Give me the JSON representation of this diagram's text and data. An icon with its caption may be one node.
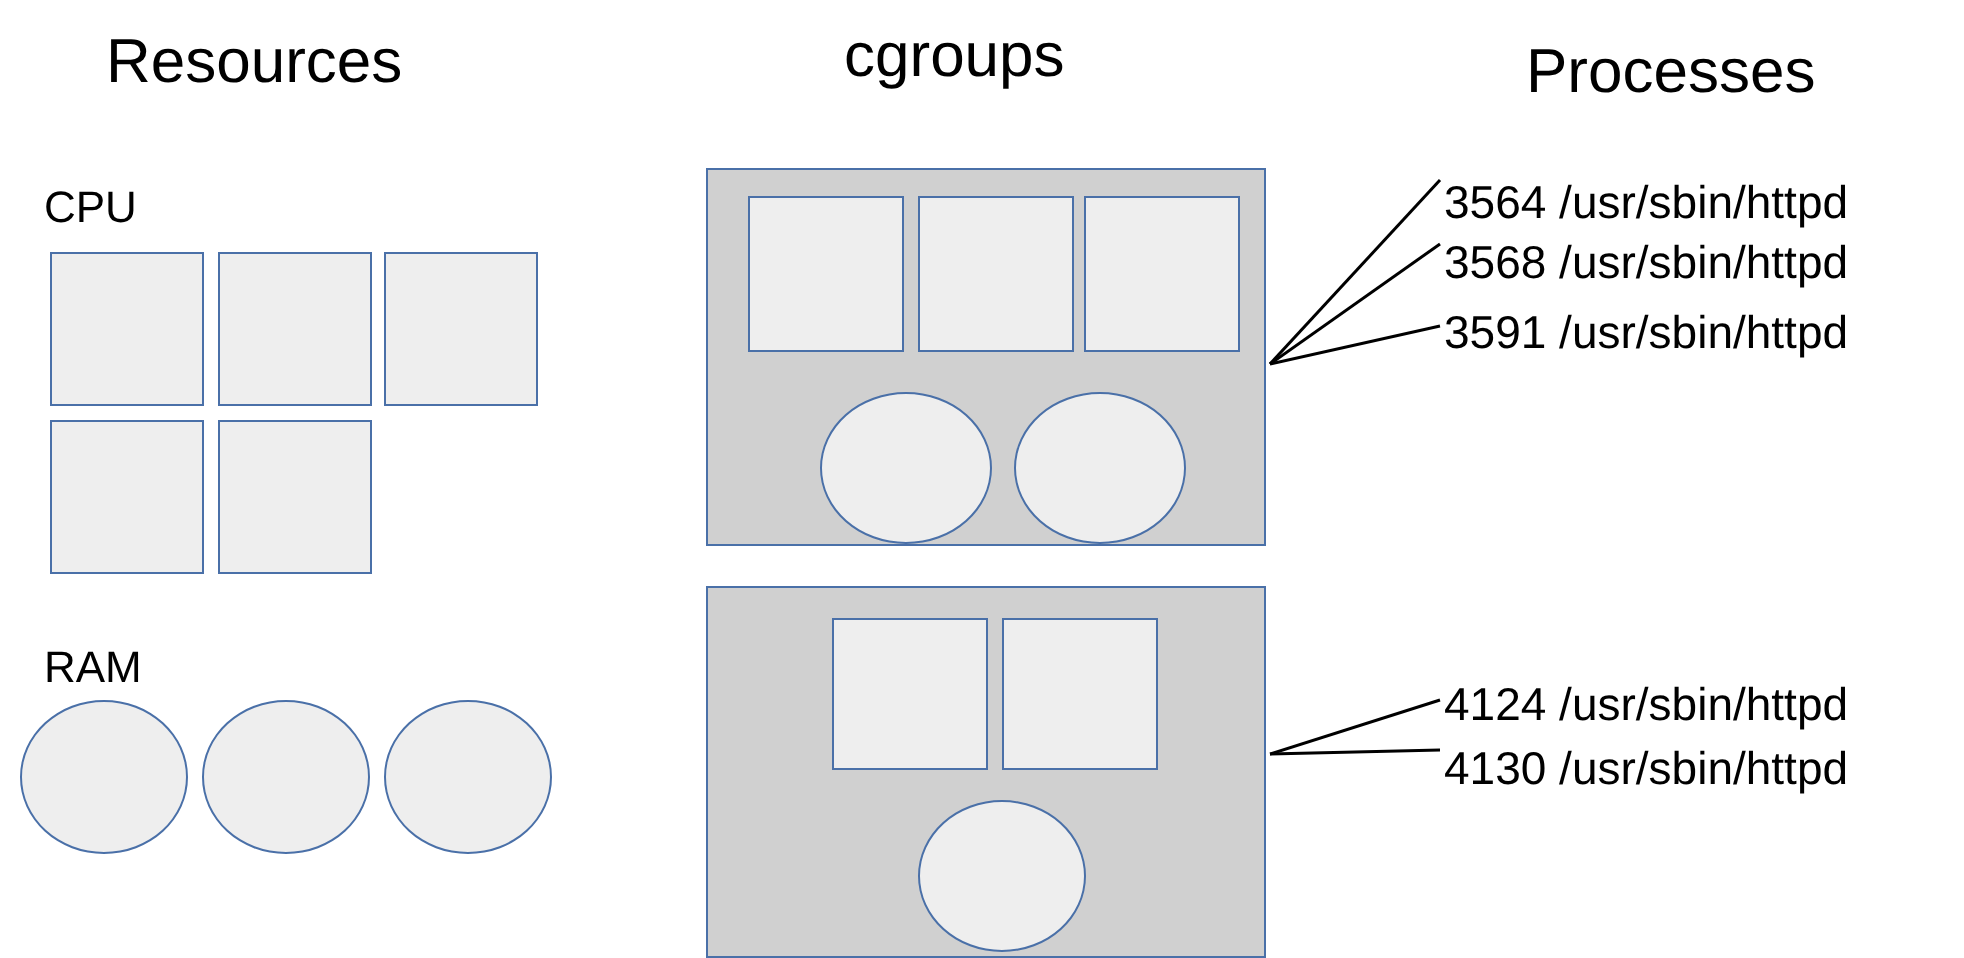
{
  "diagram": {
    "nodes": [
      {
        "text": [],
        "shape": "box"
      },
      {
        "text": [],
        "shape": "box"
      },
      {
        "text": [],
        "shape": "box"
      },
      {
        "text": [],
        "shape": "box"
      },
      {
        "text": [],
        "shape": "box"
      },
      {
        "text": [],
        "shape": "circle"
      },
      {
        "text": [],
        "shape": "circle"
      },
      {
        "text": [],
        "shape": "circle"
      },
      {
        "text": [],
        "shape": "box"
      },
      {
        "text": [],
        "shape": "box",
        "in": 8
      },
      {
        "text": [],
        "shape": "box",
        "in": 8
      },
      {
        "text": [],
        "shape": "box",
        "in": 8
      },
      {
        "text": [],
        "shape": "circle",
        "in": 8
      },
      {
        "text": [],
        "shape": "circle",
        "in": 8
      },
      {
        "text": [],
        "shape": "box"
      },
      {
        "text": [],
        "shape": "box",
        "in": 14
      },
      {
        "text": [],
        "shape": "box",
        "in": 14
      },
      {
        "text": [],
        "shape": "circle",
        "in": 14
      },
      {
        "text": [
          "3564 /usr/sbin/httpd"
        ]
      },
      {
        "text": [
          "3568 /usr/sbin/httpd"
        ]
      },
      {
        "text": [
          "3591 /usr/sbin/httpd"
        ]
      },
      {
        "text": [
          "4124 /usr/sbin/httpd"
        ]
      },
      {
        "text": [
          "4130 /usr/sbin/httpd"
        ]
      }
    ],
    "edges": [
      {
        "from": 18,
        "to": 8,
        "arrow": "none"
      },
      {
        "from": 19,
        "to": 8,
        "arrow": "none"
      },
      {
        "from": 20,
        "to": 8,
        "arrow": "none"
      },
      {
        "from": 21,
        "to": 14,
        "arrow": "none"
      },
      {
        "from": 22,
        "to": 14,
        "arrow": "none"
      }
    ],
    "labels": [
      "Resources",
      "cgroups",
      "Processes",
      "CPU",
      "RAM"
    ]
  }
}
